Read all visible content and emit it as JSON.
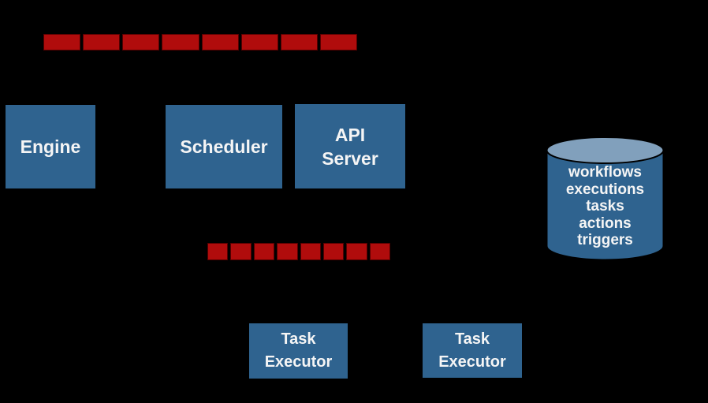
{
  "colors": {
    "background": "#000000",
    "node_fill": "#2F638F",
    "node_text": "#F5F5F5",
    "queue_fill": "#B00C0C",
    "queue_border": "#550000",
    "datastore_top_fill": "#81A0BC",
    "outline": "#000000"
  },
  "nodes": {
    "engine": {
      "label": "Engine"
    },
    "scheduler": {
      "label": "Scheduler"
    },
    "api_server": {
      "lines": [
        "API",
        "Server"
      ]
    },
    "task_executor_1": {
      "lines": [
        "Task",
        "Executor"
      ]
    },
    "task_executor_2": {
      "lines": [
        "Task",
        "Executor"
      ]
    }
  },
  "queues": {
    "top": {
      "segments": 8
    },
    "bottom": {
      "segments": 8
    }
  },
  "datastore": {
    "items": [
      "workflows",
      "executions",
      "tasks",
      "actions",
      "triggers"
    ]
  }
}
